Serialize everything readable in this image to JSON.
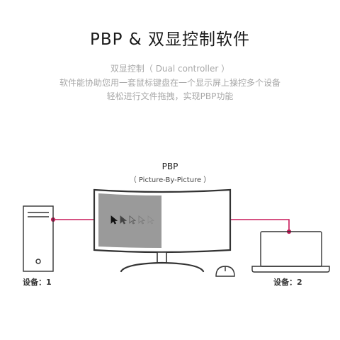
{
  "header": {
    "title": "PBP & 双显控制软件",
    "subtitle": "双显控制（ Dual controller ）",
    "desc_line1": "软件能协助您用一套鼠标键盘在一个显示屏上操控多个设备",
    "desc_line2": "轻松进行文件拖拽，实现PBP功能"
  },
  "diagram": {
    "pbp_title": "PBP",
    "pbp_subtitle": "（ Picture-By-Picture ）",
    "device1_label": "设备：1",
    "device2_label": "设备：2",
    "colors": {
      "connector": "#c8195a",
      "outline": "#333333",
      "screen_left": "#9a9a9a"
    }
  }
}
